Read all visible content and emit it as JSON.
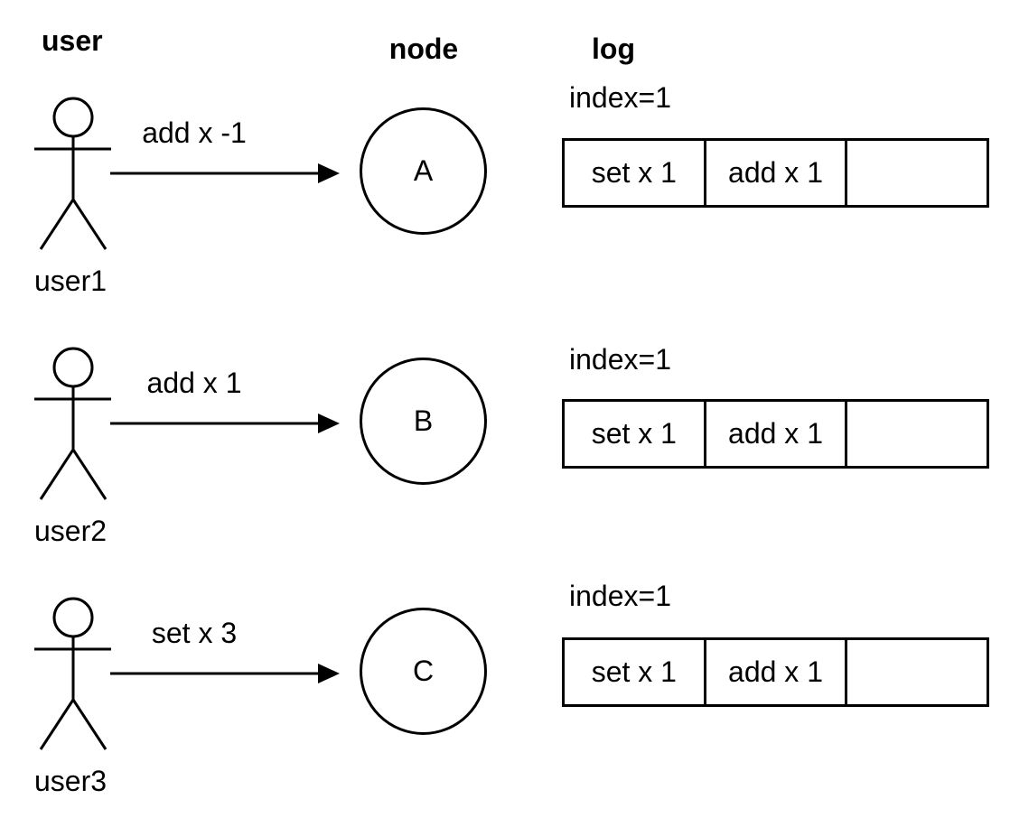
{
  "headers": {
    "user": "user",
    "node": "node",
    "log": "log"
  },
  "rows": [
    {
      "user_name": "user1",
      "message": "add x -1",
      "node_label": "A",
      "log": {
        "index_label": "index=1",
        "cells": [
          "set x 1",
          "add x 1",
          ""
        ]
      }
    },
    {
      "user_name": "user2",
      "message": "add x 1",
      "node_label": "B",
      "log": {
        "index_label": "index=1",
        "cells": [
          "set x 1",
          "add x 1",
          ""
        ]
      }
    },
    {
      "user_name": "user3",
      "message": "set x 3",
      "node_label": "C",
      "log": {
        "index_label": "index=1",
        "cells": [
          "set x 1",
          "add x 1",
          ""
        ]
      }
    }
  ],
  "colors": {
    "ink": "#000000",
    "background": "#ffffff"
  }
}
